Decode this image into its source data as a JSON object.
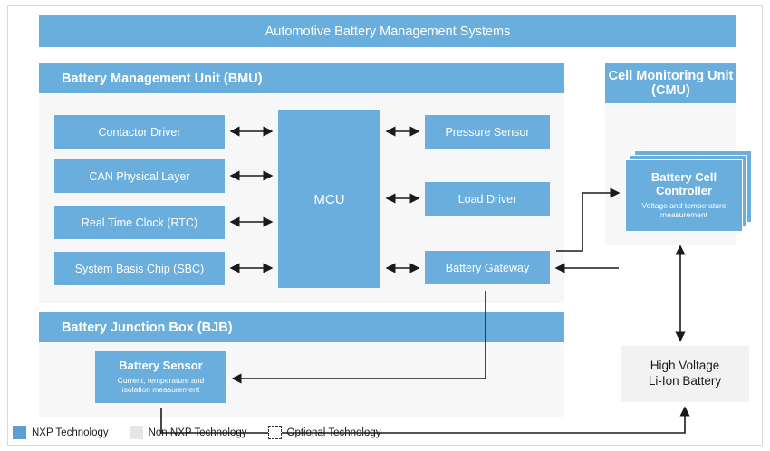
{
  "diagram": {
    "title": "Automotive Battery Management Systems",
    "sections": {
      "bmu": {
        "title": "Battery Management Unit (BMU)"
      },
      "bjb": {
        "title": "Battery Junction Box (BJB)"
      },
      "cmu": {
        "title_line1": "Cell Monitoring Unit",
        "title_line2": "(CMU)"
      }
    },
    "blocks": {
      "contactor_driver": {
        "label": "Contactor Driver"
      },
      "can_physical_layer": {
        "label": "CAN Physical Layer"
      },
      "real_time_clock": {
        "label": "Real Time Clock (RTC)"
      },
      "system_basis_chip": {
        "label": "System Basis Chip (SBC)"
      },
      "mcu": {
        "label": "MCU"
      },
      "pressure_sensor": {
        "label": "Pressure Sensor"
      },
      "load_driver": {
        "label": "Load Driver"
      },
      "battery_gateway": {
        "label": "Battery Gateway"
      },
      "battery_cell_controller": {
        "label_line1": "Battery Cell",
        "label_line2": "Controller",
        "sub_line1": "Voltage and temperature",
        "sub_line2": "measurement"
      },
      "battery_sensor": {
        "label": "Battery Sensor",
        "sub_line1": "Current, temperature and",
        "sub_line2": "isolation measurement"
      },
      "high_voltage_battery": {
        "label_line1": "High Voltage",
        "label_line2": "Li-Ion Battery"
      }
    },
    "legend": [
      {
        "key": "nxp",
        "label": "NXP Technology"
      },
      {
        "key": "non-nxp",
        "label": "Non NXP Technology"
      },
      {
        "key": "optional",
        "label": "Optional Technology"
      }
    ],
    "colors": {
      "nxp_blue": "#6aaedd",
      "legend_blue": "#5b9fd6",
      "panel_gray": "#f7f7f7",
      "non_nxp_gray": "#e6e6e6"
    }
  }
}
